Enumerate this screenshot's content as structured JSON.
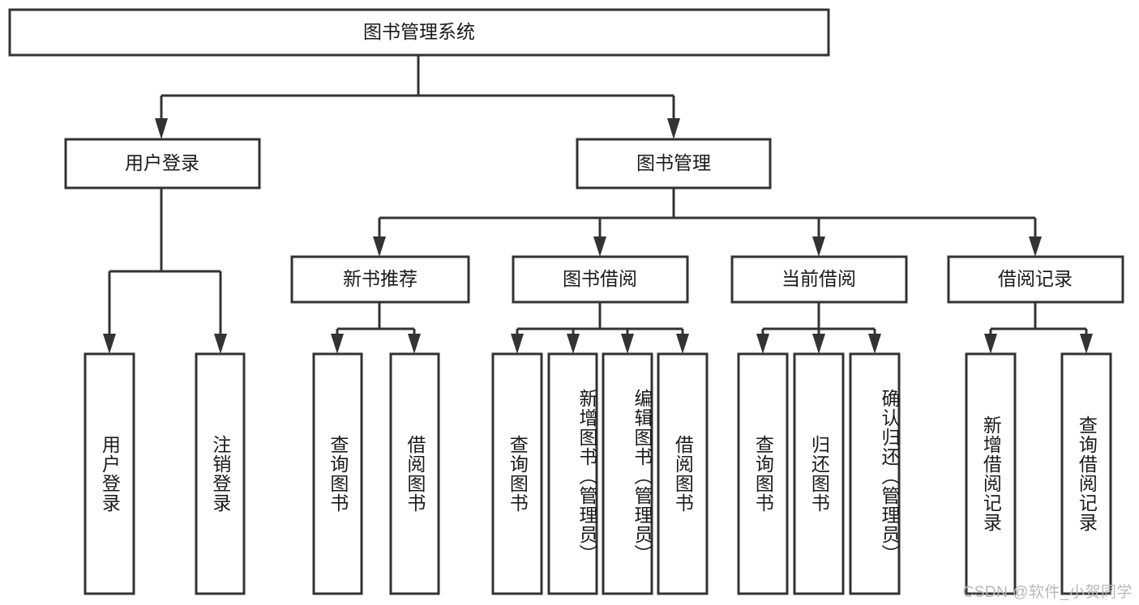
{
  "diagram": {
    "type": "tree",
    "title": "图书管理系统",
    "root": {
      "id": "root",
      "label": "图书管理系统",
      "orientation": "horizontal"
    },
    "level2": [
      {
        "id": "user-login",
        "label": "用户登录",
        "orientation": "horizontal"
      },
      {
        "id": "book-manage",
        "label": "图书管理",
        "orientation": "horizontal"
      }
    ],
    "level3": [
      {
        "id": "new-book-recommend",
        "label": "新书推荐",
        "orientation": "horizontal",
        "parent": "book-manage"
      },
      {
        "id": "book-borrow",
        "label": "图书借阅",
        "orientation": "horizontal",
        "parent": "book-manage"
      },
      {
        "id": "current-borrow",
        "label": "当前借阅",
        "orientation": "horizontal",
        "parent": "book-manage"
      },
      {
        "id": "borrow-record",
        "label": "借阅记录",
        "orientation": "horizontal",
        "parent": "book-manage"
      }
    ],
    "leaves": [
      {
        "id": "leaf-user-login",
        "label": "用户登录",
        "orientation": "vertical",
        "parent": "user-login"
      },
      {
        "id": "leaf-user-logout",
        "label": "注销登录",
        "orientation": "vertical",
        "parent": "user-login"
      },
      {
        "id": "leaf-query-book-1",
        "label": "查询图书",
        "orientation": "vertical",
        "parent": "new-book-recommend"
      },
      {
        "id": "leaf-borrow-book-1",
        "label": "借阅图书",
        "orientation": "vertical",
        "parent": "new-book-recommend"
      },
      {
        "id": "leaf-query-book-2",
        "label": "查询图书",
        "orientation": "vertical",
        "parent": "book-borrow"
      },
      {
        "id": "leaf-add-book",
        "label": "新增图书（管理员）",
        "orientation": "vertical",
        "parent": "book-borrow"
      },
      {
        "id": "leaf-edit-book",
        "label": "编辑图书（管理员）",
        "orientation": "vertical",
        "parent": "book-borrow"
      },
      {
        "id": "leaf-borrow-book-2",
        "label": "借阅图书",
        "orientation": "vertical",
        "parent": "book-borrow"
      },
      {
        "id": "leaf-query-book-3",
        "label": "查询图书",
        "orientation": "vertical",
        "parent": "current-borrow"
      },
      {
        "id": "leaf-return-book",
        "label": "归还图书",
        "orientation": "vertical",
        "parent": "current-borrow"
      },
      {
        "id": "leaf-confirm-return",
        "label": "确认归还（管理员）",
        "orientation": "vertical",
        "parent": "current-borrow"
      },
      {
        "id": "leaf-add-record",
        "label": "新增借阅记录",
        "orientation": "vertical",
        "parent": "borrow-record"
      },
      {
        "id": "leaf-query-record",
        "label": "查询借阅记录",
        "orientation": "vertical",
        "parent": "borrow-record"
      }
    ],
    "colors": {
      "stroke": "#333333",
      "fill": "#ffffff",
      "text": "#1a1a1a",
      "watermark": "#b8b8b8",
      "background": "#ffffff"
    }
  },
  "watermark": {
    "text": "CSDN @软件_小贺同学"
  }
}
